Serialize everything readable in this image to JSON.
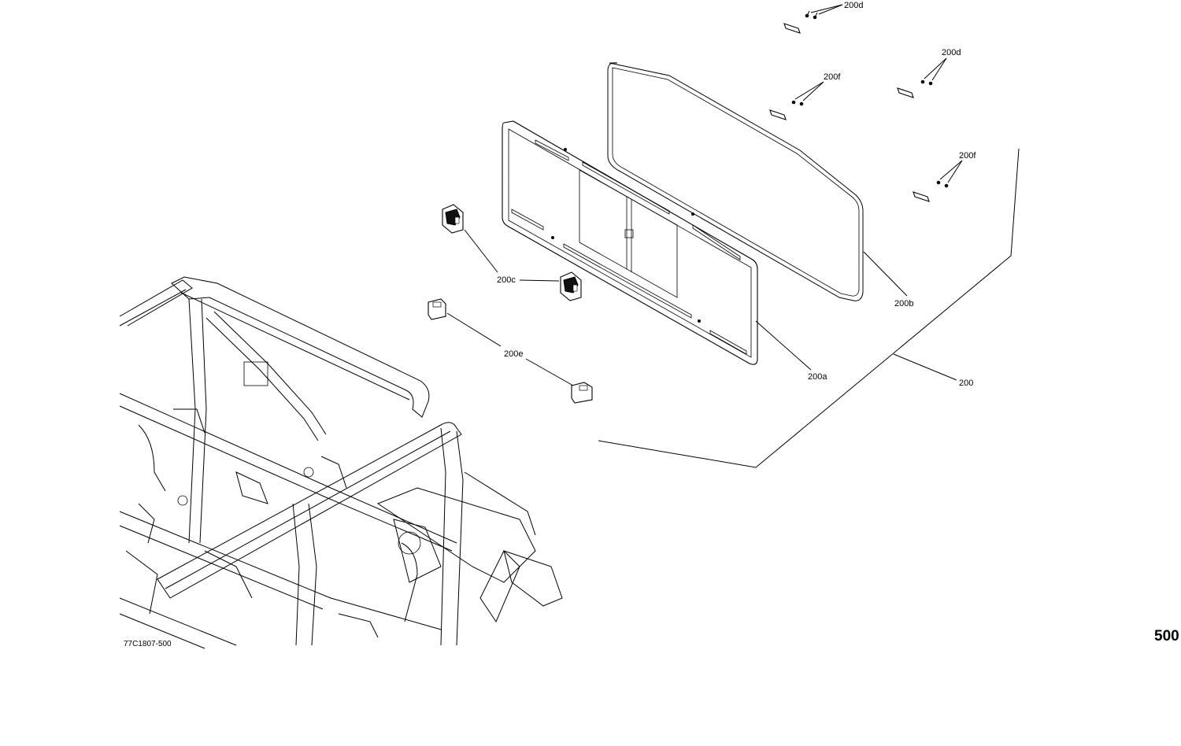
{
  "diagram": {
    "callouts": {
      "c200": "200",
      "c200a": "200a",
      "c200b": "200b",
      "c200c": "200c",
      "c200d_top": "200d",
      "c200d_right": "200d",
      "c200e": "200e",
      "c200f_mid": "200f",
      "c200f_right": "200f"
    },
    "drawing_code": "77C1807-500",
    "page_number": "500"
  }
}
